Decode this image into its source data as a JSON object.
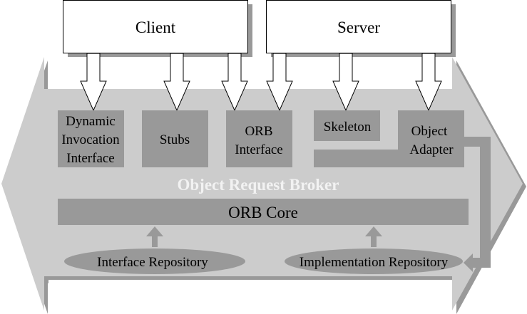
{
  "diagram": {
    "title": "Object Request Broker",
    "colors": {
      "band": "#cccccc",
      "band_shadow": "#999999",
      "component": "#999999",
      "box_fill": "#ffffff",
      "box_shadow": "#999999",
      "text": "#000000",
      "title_text": "#f2f2f2"
    },
    "top_boxes": [
      {
        "id": "client",
        "label": "Client"
      },
      {
        "id": "server",
        "label": "Server"
      }
    ],
    "components": [
      {
        "id": "dii",
        "lines": [
          "Dynamic",
          "Invocation",
          "Interface"
        ]
      },
      {
        "id": "stubs",
        "lines": [
          "Stubs"
        ]
      },
      {
        "id": "orb-interface",
        "lines": [
          "ORB",
          "Interface"
        ]
      },
      {
        "id": "skeleton",
        "lines": [
          "Skeleton"
        ]
      },
      {
        "id": "object-adapter",
        "lines": [
          "Object",
          "Adapter"
        ]
      }
    ],
    "orb_core": {
      "label": "ORB Core"
    },
    "repositories": [
      {
        "id": "interface-repository",
        "label": "Interface Repository"
      },
      {
        "id": "implementation-repository",
        "label": "Implementation Repository"
      }
    ],
    "connections": [
      {
        "from": "client",
        "to": "dii"
      },
      {
        "from": "client",
        "to": "stubs"
      },
      {
        "from": "client",
        "to": "orb-interface"
      },
      {
        "from": "server",
        "to": "orb-interface"
      },
      {
        "from": "server",
        "to": "skeleton"
      },
      {
        "from": "server",
        "to": "object-adapter"
      },
      {
        "from": "interface-repository",
        "to": "orb-core"
      },
      {
        "from": "implementation-repository",
        "to": "orb-core"
      },
      {
        "from": "object-adapter",
        "to": "implementation-repository"
      }
    ]
  }
}
